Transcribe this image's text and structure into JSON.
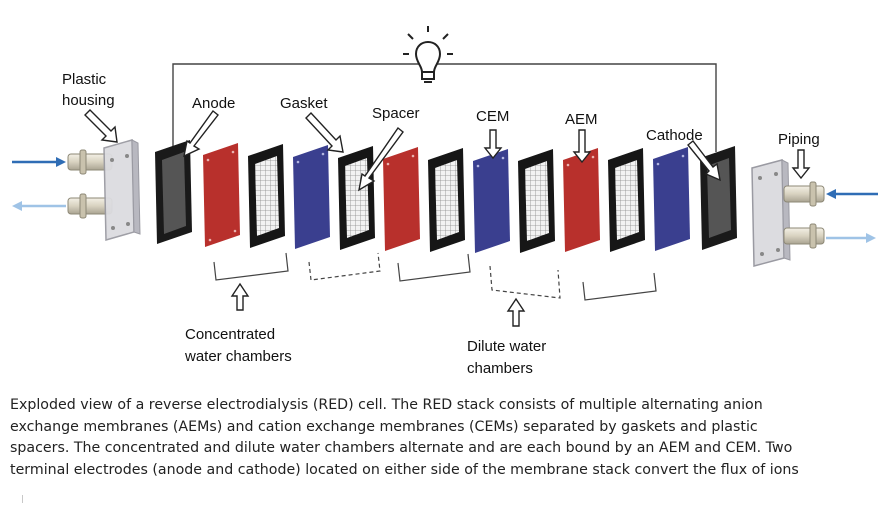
{
  "diagram": {
    "labels": {
      "plastic_housing": [
        "Plastic",
        "housing"
      ],
      "anode": "Anode",
      "gasket": "Gasket",
      "spacer": "Spacer",
      "cem": "CEM",
      "aem": "AEM",
      "cathode": "Cathode",
      "piping": "Piping",
      "concentrated": [
        "Concentrated",
        "water chambers"
      ],
      "dilute": [
        "Dilute water",
        "chambers"
      ]
    },
    "colors": {
      "aem": "#b8302c",
      "cem": "#3a3f8f",
      "gasket": "#161616",
      "electrode": "#4a4a4a",
      "flow_in": "#2f6db5",
      "flow_out": "#9fc3e6",
      "housing": "#cfcfd4"
    },
    "icons": [
      "light-bulb-icon",
      "arrow-icon"
    ]
  },
  "caption": {
    "lines": [
      "Exploded view of a reverse electrodialysis (RED) cell. The RED stack consists of multiple alternating anion",
      "exchange membranes (AEMs) and cation exchange membranes (CEMs) separated by gaskets and plastic",
      "spacers. The concentrated and dilute water chambers alternate and are each bound by an AEM and CEM. Two",
      "terminal electrodes (anode and cathode) located on either side of the membrane stack convert the flux of ions"
    ]
  }
}
